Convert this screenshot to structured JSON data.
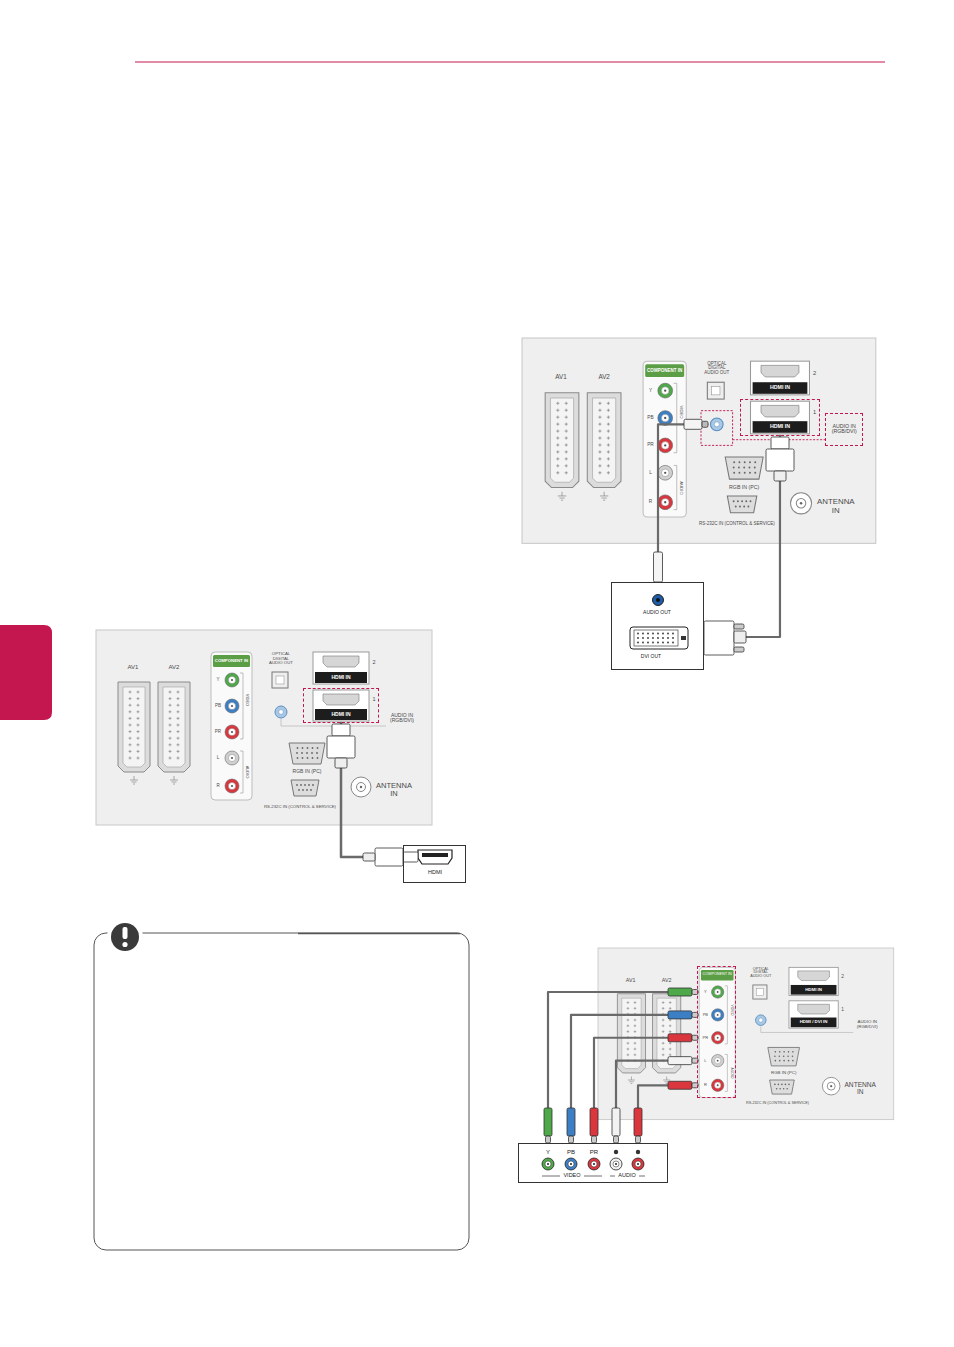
{
  "diagram": {
    "nodes": [
      {
        "text": [
          "HDMI IN"
        ]
      },
      {
        "text": [
          "HDMI"
        ]
      },
      {
        "text": [
          "HDMI IN"
        ]
      },
      {
        "text": [
          "AUDIO IN (RGB/DVI)"
        ]
      },
      {
        "text": [
          "AUDIO OUT",
          "DVI OUT"
        ]
      },
      {
        "text": [
          "COMPONENT IN"
        ]
      },
      {
        "text": [
          "Y",
          "PB",
          "PR",
          "VIDEO",
          "AUDIO"
        ]
      }
    ],
    "edges": [
      {
        "from": 1,
        "to": 0,
        "arrow": "none"
      },
      {
        "from": 4,
        "to": 2,
        "arrow": "none"
      },
      {
        "from": 4,
        "to": 3,
        "arrow": "none"
      },
      {
        "from": 6,
        "to": 5,
        "arrow": "none"
      },
      {
        "from": 6,
        "to": 5,
        "arrow": "none"
      },
      {
        "from": 6,
        "to": 5,
        "arrow": "none"
      },
      {
        "from": 6,
        "to": 5,
        "arrow": "none"
      },
      {
        "from": 6,
        "to": 5,
        "arrow": "none"
      }
    ],
    "labels": [
      "AV1",
      "AV2",
      "COMPONENT IN",
      "Y",
      "PB",
      "PR",
      "VIDEO",
      "L",
      "R",
      "AUDIO",
      "OPTICAL DIGITAL AUDIO OUT",
      "HDMI IN",
      "2",
      "1",
      "AUDIO IN (RGB/DVI)",
      "RGB IN (PC)",
      "RS-232C IN (CONTROL & SERVICE)",
      "ANTENNA IN",
      "AV1",
      "AV2",
      "COMPONENT IN",
      "Y",
      "PB",
      "PR",
      "VIDEO",
      "L",
      "R",
      "AUDIO",
      "OPTICAL DIGITAL AUDIO OUT",
      "HDMI IN",
      "2",
      "1",
      "RGB IN (PC)",
      "RS-232C IN (CONTROL & SERVICE)",
      "ANTENNA IN",
      "AV1",
      "AV2",
      "Y",
      "PB",
      "PR",
      "VIDEO",
      "L",
      "R",
      "AUDIO",
      "OPTICAL DIGITAL AUDIO OUT",
      "HDMI IN",
      "2",
      "HDMI / DVI IN",
      "1",
      "AUDIO IN (RGB/DVI)",
      "RGB IN (PC)",
      "RS-232C IN (CONTROL & SERVICE)",
      "ANTENNA IN"
    ]
  }
}
